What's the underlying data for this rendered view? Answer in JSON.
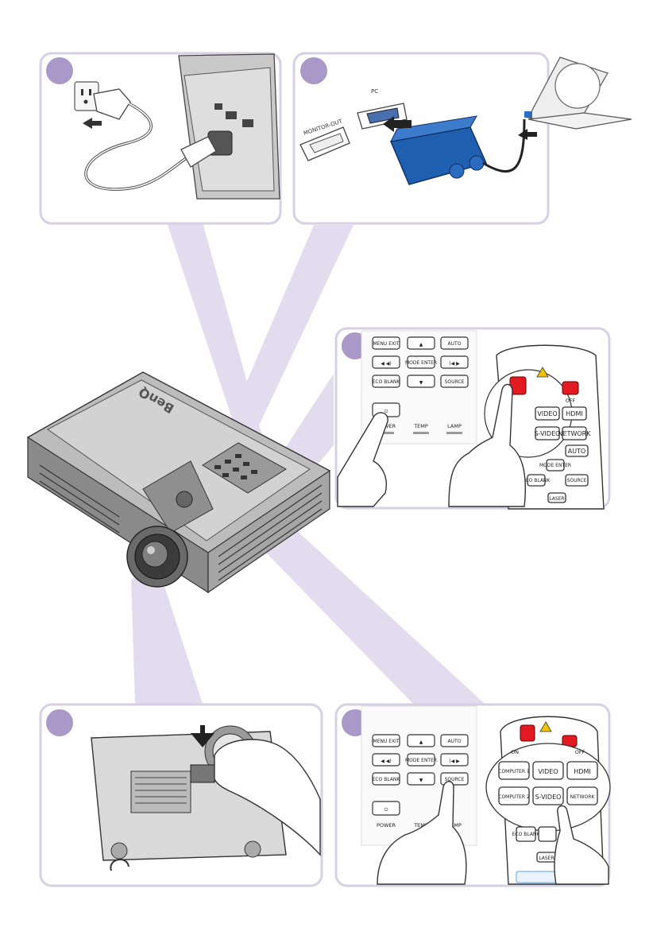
{
  "steps": [
    {
      "number": "",
      "action": "connect-power"
    },
    {
      "number": "",
      "action": "connect-pc"
    },
    {
      "number": "",
      "action": "power-on"
    },
    {
      "number": "",
      "action": "adjust-focus"
    },
    {
      "number": "",
      "action": "select-source"
    }
  ],
  "labels": {
    "monitor_out": "MONITOR-OUT",
    "pc": "PC",
    "brand": "BenQ"
  },
  "control_panel": {
    "menu": "MENU\nEXIT",
    "auto": "AUTO",
    "mode": "MODE\nENTER",
    "eco": "ECO\nBLANK",
    "source": "SOURCE",
    "power": "POWER",
    "temp": "TEMP",
    "lamp": "LAMP"
  },
  "remote": {
    "on": "ON",
    "off": "OFF",
    "computer1": "COMPUTER 1",
    "computer2": "COMPUTER 2",
    "video": "VIDEO",
    "hdmi": "HDMI",
    "svideo": "S-VIDEO",
    "network": "NETWORK",
    "auto": "AUTO",
    "mode": "MODE\nENTER",
    "eco": "ECO\nBLANK",
    "source": "SOURCE",
    "laser": "LASER"
  },
  "colors": {
    "badge": "#a998c8",
    "beam": "#e3dbee",
    "panel_border": "#d7cfe3",
    "vga_blue": "#1f5fb0",
    "power_red": "#e21b23"
  }
}
